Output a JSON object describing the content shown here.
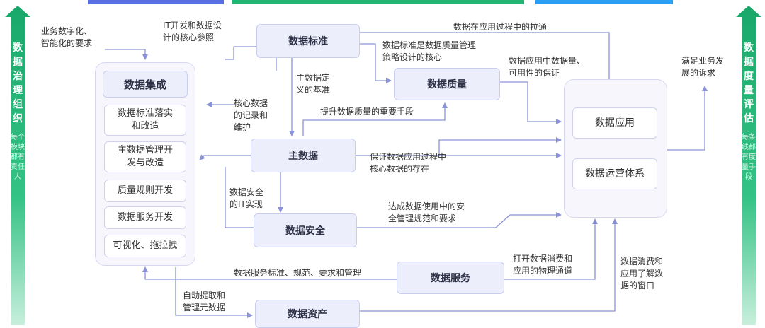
{
  "colors": {
    "accent_blue": "#5a6ee6",
    "accent_green": "#22b573",
    "accent_teal": "#2a9df4",
    "box_fill": "#eceefb",
    "line": "#8a93d8"
  },
  "left_sidebar": {
    "title": "数据治理组织",
    "subtitle": "每个模块都有责任人"
  },
  "right_sidebar": {
    "title": "数据度量评估",
    "subtitle": "每条线都有度量手段"
  },
  "integration_panel": {
    "title": "数据集成",
    "items": [
      "数据标准落实\n和改造",
      "主数据管理开\n发与改造",
      "质量规则开发",
      "数据服务开发",
      "可视化、拖拉拽"
    ]
  },
  "nodes": {
    "data_standard": "数据标准",
    "data_quality": "数据质量",
    "master_data": "主数据",
    "data_security": "数据安全",
    "data_service": "数据服务",
    "data_asset": "数据资产"
  },
  "application_panel": {
    "app": "数据应用",
    "ops": "数据运营体系"
  },
  "labels": {
    "business_req": "业务数字化、\n智能化的要求",
    "it_reference": "IT开发和数据设\n计的核心参照",
    "app_pull": "数据在应用过程中的拉通",
    "std_quality_core": "数据标准是数据质量管理\n策略设计的核心",
    "master_basis": "主数据定\n义的基准",
    "app_guarantee": "数据应用中数据量、\n可用性的保证",
    "meet_business": "满足业务发\n展的诉求",
    "core_record": "核心数据\n的记录和\n维护",
    "quality_means": "提升数据质量的重要手段",
    "core_exist": "保证数据应用过程中\n核心数据的存在",
    "security_it": "数据安全\n的IT实现",
    "security_norms": "达成数据使用中的安\n全管理规范和要求",
    "service_standard": "数据服务标准、规范、要求和管理",
    "physical_channel": "打开数据消费和\n应用的物理通道",
    "consume_window": "数据消费和\n应用了解数\n据的窗口",
    "auto_extract": "自动提取和\n管理元数据"
  }
}
